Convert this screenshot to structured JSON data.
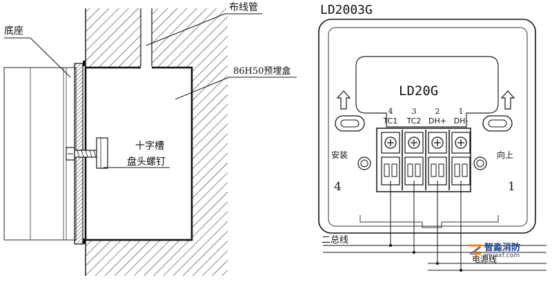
{
  "left_diagram": {
    "label_base": "底座",
    "label_conduit": "布线管",
    "label_box": "86H50预埋盒",
    "label_screw_line1": "十字槽",
    "label_screw_line2": "盘头螺钉"
  },
  "right_diagram": {
    "model_title": "LD2003G",
    "inner_model": "LD20G",
    "install_label": "安装",
    "up_label": "向上",
    "corner_left_number": "4",
    "corner_right_number": "1",
    "terminals": [
      {
        "number": "4",
        "name": "TC1"
      },
      {
        "number": "3",
        "name": "TC2"
      },
      {
        "number": "2",
        "name": "DH+"
      },
      {
        "number": "1",
        "name": "DH-"
      }
    ],
    "bus_label": "二总线",
    "power_label": "电源线"
  },
  "watermark": {
    "brand": "智淼消防",
    "url": "zmjaxf.com",
    "colors": {
      "brand": "#1a3f8f",
      "logo_orange": "#f08a1c",
      "logo_blue": "#2a5bd7"
    }
  }
}
